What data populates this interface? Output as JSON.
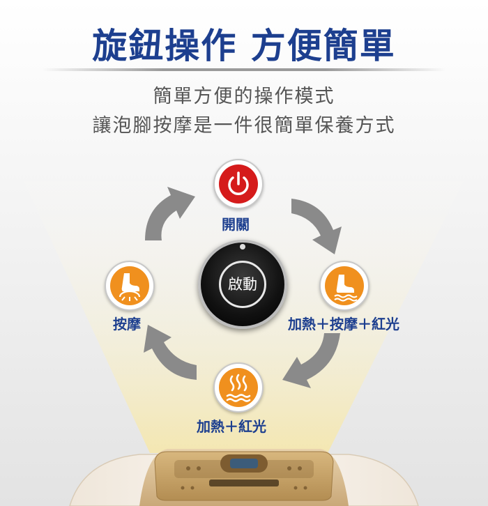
{
  "title": "旋鈕操作 方便簡單",
  "subtitle_line1": "簡單方便的操作模式",
  "subtitle_line2": "讓泡腳按摩是一件很簡單保養方式",
  "knob": {
    "label": "啟動"
  },
  "modes": {
    "power": {
      "label": "開關",
      "icon": "power-icon"
    },
    "heat_massage_light": {
      "label": "加熱＋按摩＋紅光",
      "icon": "foot-heat-icon"
    },
    "heat_light": {
      "label": "加熱＋紅光",
      "icon": "heat-waves-icon"
    },
    "massage": {
      "label": "按摩",
      "icon": "foot-massage-icon"
    }
  },
  "colors": {
    "title": "#1d3f8f",
    "power": "#d51b1b",
    "mode_orange": "#f0901e",
    "arrow": "#8a8a8a"
  }
}
